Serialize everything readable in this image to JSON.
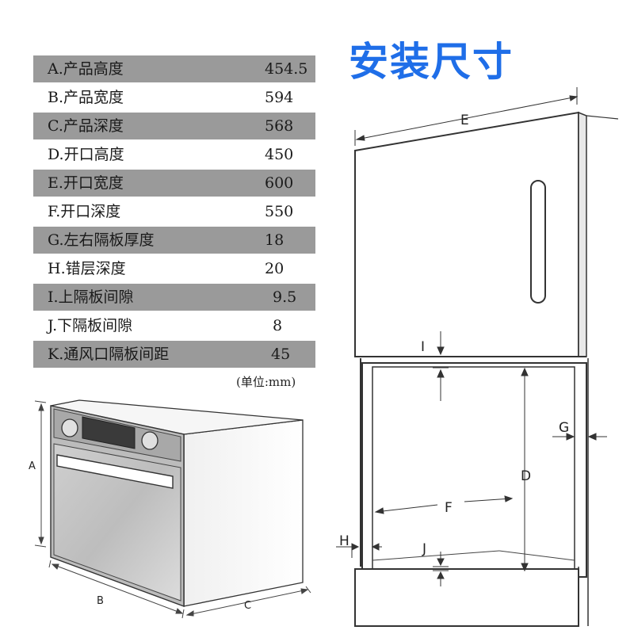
{
  "title": "安装尺寸",
  "unit_note": "(单位:mm)",
  "specs": [
    {
      "label": "A.产品高度",
      "value": "454.5"
    },
    {
      "label": "B.产品宽度",
      "value": "594"
    },
    {
      "label": "C.产品深度",
      "value": "568"
    },
    {
      "label": "D.开口高度",
      "value": "450"
    },
    {
      "label": "E.开口宽度",
      "value": "600"
    },
    {
      "label": "F.开口深度",
      "value": "550"
    },
    {
      "label": "G.左右隔板厚度",
      "value": "18"
    },
    {
      "label": "H.错层深度",
      "value": "20"
    },
    {
      "label": "I.上隔板间隙",
      "value": "9.5"
    },
    {
      "label": "J.下隔板间隙",
      "value": "8"
    },
    {
      "label": "K.通风口隔板间距",
      "value": "45"
    }
  ],
  "oven_labels": {
    "a": "A",
    "b": "B",
    "c": "C"
  },
  "cabinet_labels": {
    "e": "E",
    "i": "I",
    "g": "G",
    "d": "D",
    "f": "F",
    "h": "H",
    "j": "J"
  },
  "colors": {
    "title": "#1f6ee8",
    "shaded_row": "#9a9a9a"
  }
}
